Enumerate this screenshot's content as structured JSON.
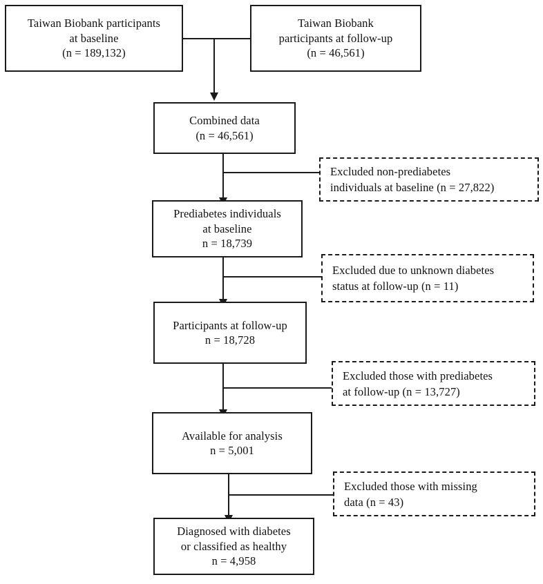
{
  "figure": {
    "type": "flow-diagram",
    "title": "Taiwan Biobank prediabetes study participant flow",
    "line_color": "#1a1a1a",
    "box_fill": "#ffffff",
    "background": "#ffffff"
  },
  "nodes": {
    "baseline": {
      "name": "taiwan-biobank-baseline",
      "line1": "Taiwan Biobank participants",
      "line2": "at baseline",
      "line3": "(n = 189,132)"
    },
    "followup_source": {
      "name": "taiwan-biobank-followup",
      "line1": "Taiwan Biobank",
      "line2": "participants at follow-up",
      "line3": "(n = 46,561)"
    },
    "combined": {
      "name": "combined-data",
      "line1": "Combined data",
      "line2": "(n = 46,561)"
    },
    "prediabetes": {
      "name": "prediabetes-at-baseline",
      "line1": "Prediabetes individuals",
      "line2": "at baseline",
      "line3": "n = 18,739"
    },
    "participants": {
      "name": "participants-at-followup",
      "line1": "Participants at follow-up",
      "line2": "n = 18,728"
    },
    "available": {
      "name": "available-for-analysis",
      "line1": "Available for analysis",
      "line2": "n = 5,001"
    },
    "final": {
      "name": "diagnosed-or-healthy",
      "line1": "Diagnosed with diabetes",
      "line2": "or classified as healthy",
      "line3": "n = 4,958"
    }
  },
  "exclusions": [
    {
      "name": "excluded-non-prediabetes-baseline",
      "line1": "Excluded non-prediabetes",
      "line2": "individuals at baseline (n = 27,822)"
    },
    {
      "name": "excluded-unknown-diabetes-status",
      "line1": "Excluded due to unknown diabetes",
      "line2": "status at follow-up (n = 11)"
    },
    {
      "name": "excluded-prediabetes-at-followup",
      "line1": "Excluded those with prediabetes",
      "line2": "at follow-up (n = 13,727)"
    },
    {
      "name": "excluded-missing-data",
      "line1": "Excluded those with missing",
      "line2": "data (n = 43)"
    }
  ],
  "counts": {
    "baseline_n": "189,132",
    "followup_n": "46,561",
    "combined_n": "46,561",
    "prediabetes_n": "18,739",
    "participants_n": "18,728",
    "available_n": "5,001",
    "final_n": "4,958",
    "excluded_non_prediabetes_n": "27,822",
    "excluded_unknown_status_n": "11",
    "excluded_prediabetes_followup_n": "13,727",
    "excluded_missing_n": "43"
  }
}
